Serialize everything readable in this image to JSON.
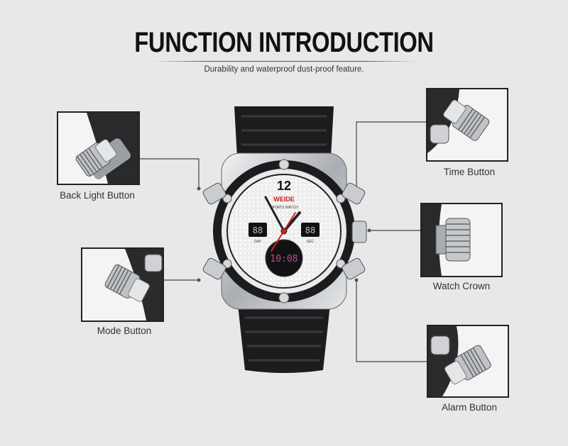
{
  "header": {
    "title": "FUNCTION INTRODUCTION",
    "subtitle": "Durability and waterproof dust-proof feature."
  },
  "callouts": {
    "back_light": "Back Light Button",
    "mode": "Mode Button",
    "time": "Time Button",
    "watch_crown": "Watch Crown",
    "alarm": "Alarm Button"
  },
  "watch": {
    "brand": "WEIDE",
    "tagline": "SPORTS WATCH",
    "hour_12": "12",
    "lcd_time": "10:08",
    "day_label": "DAY",
    "sec_label": "SEC",
    "left_subdial": "88",
    "right_subdial": "88"
  },
  "colors": {
    "background": "#e8e8e8",
    "strap": "#1c1c1e",
    "steel": "#c9ccd0",
    "accent_hand": "#d42020",
    "frame": "#222222"
  }
}
